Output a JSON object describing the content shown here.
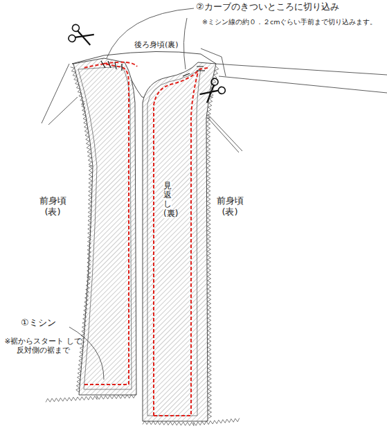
{
  "diagram": {
    "labels": [
      "②カーブのきついところに切り込み",
      "※ミシン線の約０．２cmぐらい手前まで切り込みます。",
      "後ろ身頃(裏)",
      "前身頃 (表)",
      "見返し(裏)",
      "前身頃 (表)",
      "①ミシン",
      "※裾からスタート して反対側の裾まで"
    ]
  }
}
